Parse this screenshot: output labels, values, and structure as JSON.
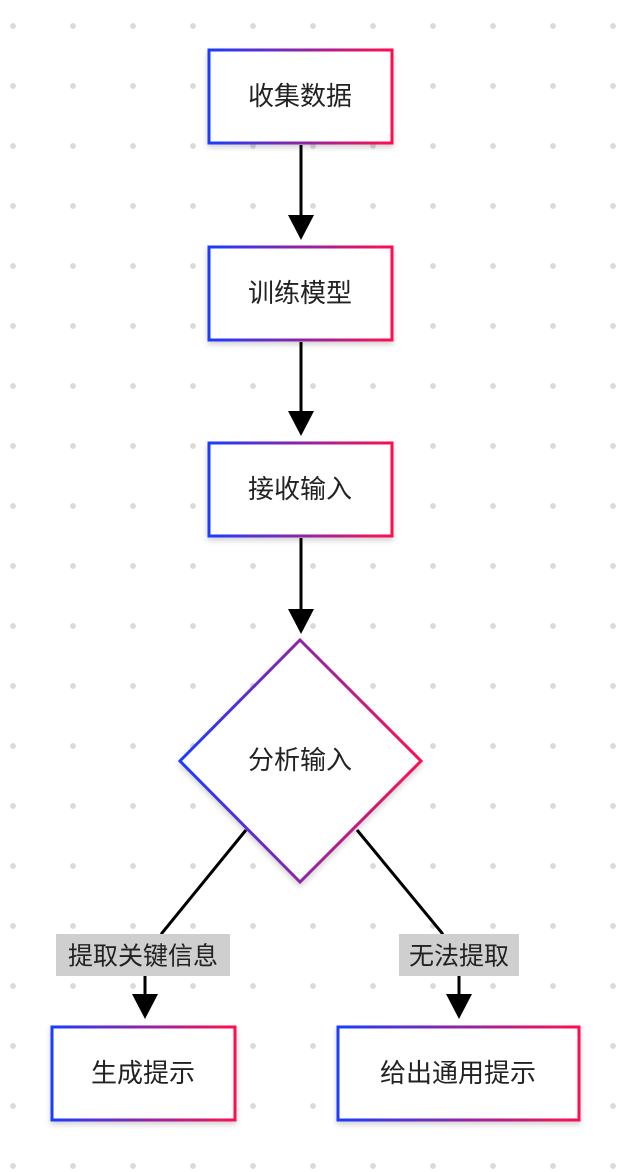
{
  "nodes": {
    "collect_data": {
      "label": "收集数据",
      "shape": "rectangle"
    },
    "train_model": {
      "label": "训练模型",
      "shape": "rectangle"
    },
    "receive_input": {
      "label": "接收输入",
      "shape": "rectangle"
    },
    "analyze_input": {
      "label": "分析输入",
      "shape": "diamond"
    },
    "generate_hint": {
      "label": "生成提示",
      "shape": "rectangle"
    },
    "generic_hint": {
      "label": "给出通用提示",
      "shape": "rectangle"
    }
  },
  "edges": [
    {
      "from": "collect_data",
      "to": "train_model",
      "label": ""
    },
    {
      "from": "train_model",
      "to": "receive_input",
      "label": ""
    },
    {
      "from": "receive_input",
      "to": "analyze_input",
      "label": ""
    },
    {
      "from": "analyze_input",
      "to": "generate_hint",
      "label": "提取关键信息"
    },
    {
      "from": "analyze_input",
      "to": "generic_hint",
      "label": "无法提取"
    }
  ],
  "edge_labels": {
    "extract_key_info": "提取关键信息",
    "cannot_extract": "无法提取"
  },
  "colors": {
    "node_border_start": "#1a3cff",
    "node_border_end": "#ff0f4f",
    "edge": "#000000",
    "edge_label_background": "#cfcfcf",
    "grid_dot": "#dadada"
  }
}
